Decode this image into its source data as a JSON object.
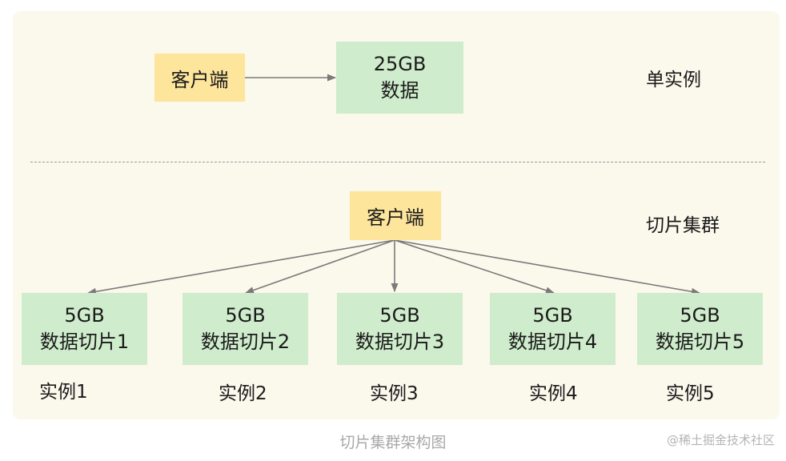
{
  "single": {
    "client": "客户端",
    "data_line1": "25GB",
    "data_line2": "数据",
    "label": "单实例"
  },
  "cluster": {
    "client": "客户端",
    "label": "切片集群",
    "shards": [
      {
        "size": "5GB",
        "name": "数据切片1",
        "instance": "实例1"
      },
      {
        "size": "5GB",
        "name": "数据切片2",
        "instance": "实例2"
      },
      {
        "size": "5GB",
        "name": "数据切片3",
        "instance": "实例3"
      },
      {
        "size": "5GB",
        "name": "数据切片4",
        "instance": "实例4"
      },
      {
        "size": "5GB",
        "name": "数据切片5",
        "instance": "实例5"
      }
    ]
  },
  "caption": "切片集群架构图",
  "watermark": "@稀土掘金技术社区",
  "colors": {
    "panel": "#fbf8ec",
    "client_box": "#fde59b",
    "data_box": "#cfeccc",
    "arrow": "#7a7a7a"
  }
}
